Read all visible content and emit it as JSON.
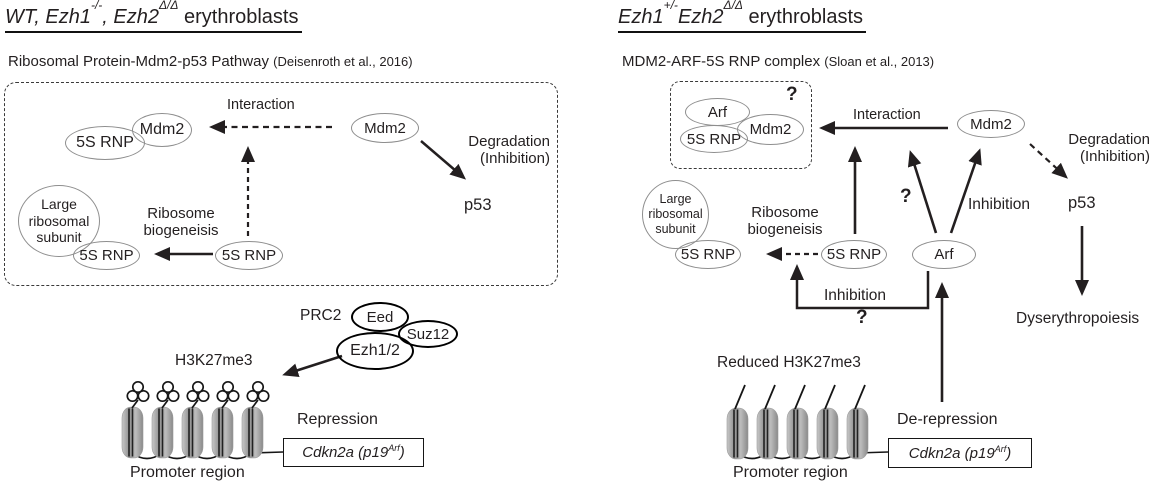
{
  "colors": {
    "ink": "#231f20",
    "node_border": "#8e8e8e",
    "prc2_border": "#000000"
  },
  "left": {
    "title": {
      "gene1": "WT, Ezh1",
      "sup1": "-/-",
      "gene2": ", Ezh2",
      "sup2": "Δ/Δ",
      "rest": " erythroblasts"
    },
    "subtitle": "Ribosomal Protein-Mdm2-p53 Pathway",
    "subtitle_ref": "(Deisenroth et al., 2016)",
    "pathway": {
      "rnp_complex": "5S RNP",
      "mdm2_complex": "Mdm2",
      "interaction": "Interaction",
      "mdm2_free": "Mdm2",
      "degradation1": "Degradation",
      "degradation2": "(Inhibition)",
      "p53": "p53",
      "large_subunit": "Large ribosomal subunit",
      "rnp_bound": "5S RNP",
      "biogenesis1": "Ribosome",
      "biogenesis2": "biogeneisis",
      "rnp_free": "5S RNP"
    },
    "prc2": {
      "label": "PRC2",
      "eed": "Eed",
      "suz12": "Suz12",
      "ezh": "Ezh1/2"
    },
    "chromatin": {
      "mark": "H3K27me3",
      "state": "Repression",
      "gene_pre": "Cdkn2a (p19",
      "gene_sup": "Arf",
      "gene_post": ")",
      "promoter": "Promoter region"
    }
  },
  "right": {
    "title": {
      "gene1": "Ezh1",
      "sup1": "+/-",
      "gene2": "Ezh2",
      "sup2": "Δ/Δ",
      "rest": " erythroblasts"
    },
    "subtitle": "MDM2-ARF-5S RNP complex",
    "subtitle_ref": "(Sloan et al., 2013)",
    "pathway": {
      "complex_question": "?",
      "arf_complex": "Arf",
      "mdm2_complex": "Mdm2",
      "rnp_complex": "5S RNP",
      "interaction": "Interaction",
      "mdm2_free": "Mdm2",
      "degradation1": "Degradation",
      "degradation2": "(Inhibition)",
      "p53": "p53",
      "outcome": "Dyserythropoiesis",
      "large_subunit": "Large ribosomal subunit",
      "rnp_bound": "5S RNP",
      "biogenesis1": "Ribosome",
      "biogenesis2": "biogeneisis",
      "rnp_free": "5S RNP",
      "arf_free": "Arf",
      "question_interaction": "?",
      "inhibition_mdm2": "Inhibition",
      "inhibition_biogenesis": "Inhibition",
      "question_inhibition": "?"
    },
    "chromatin": {
      "mark": "Reduced H3K27me3",
      "state": "De-repression",
      "gene_pre": "Cdkn2a (p19",
      "gene_sup": "Arf",
      "gene_post": ")",
      "promoter": "Promoter region"
    }
  }
}
